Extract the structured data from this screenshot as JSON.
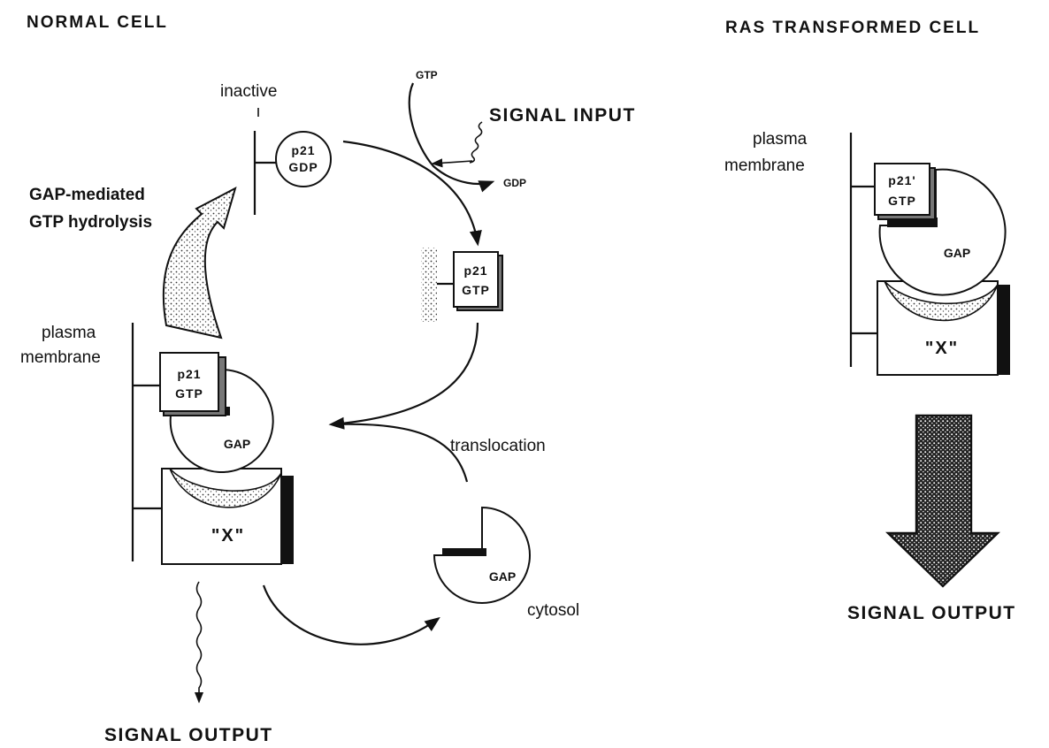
{
  "headings": {
    "normal_cell": "NORMAL CELL",
    "ras_cell": "RAS TRANSFORMED CELL"
  },
  "normal": {
    "inactive": "inactive",
    "gtp_in": "GTP",
    "gdp_out": "GDP",
    "signal_input": "SIGNAL INPUT",
    "gap_mediated_1": "GAP-mediated",
    "gap_mediated_2": "GTP hydrolysis",
    "p21_gdp_top": "p21",
    "p21_gdp_bottom": "GDP",
    "p21_gtp_top": "p21",
    "p21_gtp_bottom": "GTP",
    "plasma_1": "plasma",
    "plasma_2": "membrane",
    "complex_p21": "p21",
    "complex_gtp": "GTP",
    "complex_gap": "GAP",
    "complex_x": "\"X\"",
    "translocation": "translocation",
    "cytosol_gap": "GAP",
    "cytosol": "cytosol",
    "signal_output": "SIGNAL OUTPUT"
  },
  "ras": {
    "plasma_1": "plasma",
    "plasma_2": "membrane",
    "p21": "p21'",
    "gtp": "GTP",
    "gap": "GAP",
    "x": "\"X\"",
    "signal_output": "SIGNAL OUTPUT"
  }
}
